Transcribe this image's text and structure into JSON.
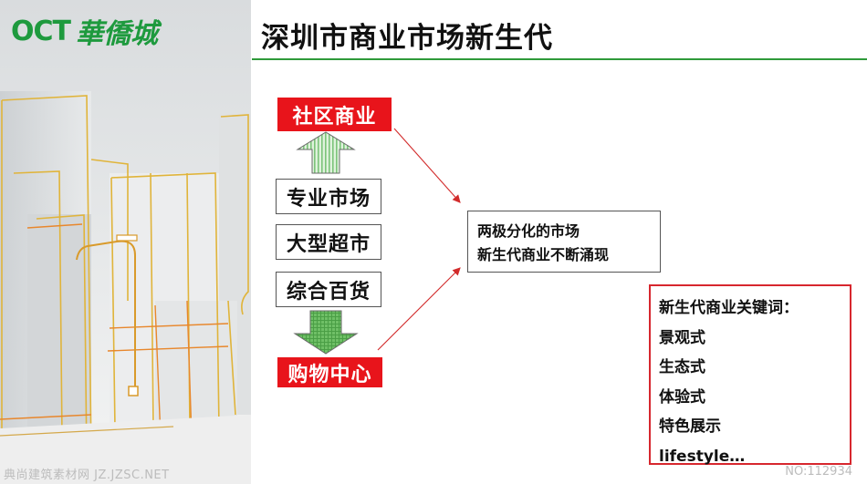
{
  "brand": {
    "latin": "OCT",
    "chinese": "華僑城"
  },
  "title": "深圳市商业市场新生代",
  "stack": {
    "top": "社区商业",
    "middle": [
      "专业市场",
      "大型超市",
      "综合百货"
    ],
    "bottom": "购物中心"
  },
  "result": {
    "line1": "两极分化的市场",
    "line2": "新生代商业不断涌现"
  },
  "keywords": {
    "heading": "新生代商业关键词：",
    "items": [
      "景观式",
      "生态式",
      "体验式",
      "特色展示",
      "lifestyle…"
    ]
  },
  "footer": {
    "watermark": "典尚建筑素材网 JZ.JZSC.NET",
    "number": "NO:112934"
  },
  "colors": {
    "accent_red": "#e8141b",
    "brand_green": "#1e9a3e",
    "keyword_border": "#d7272e"
  }
}
